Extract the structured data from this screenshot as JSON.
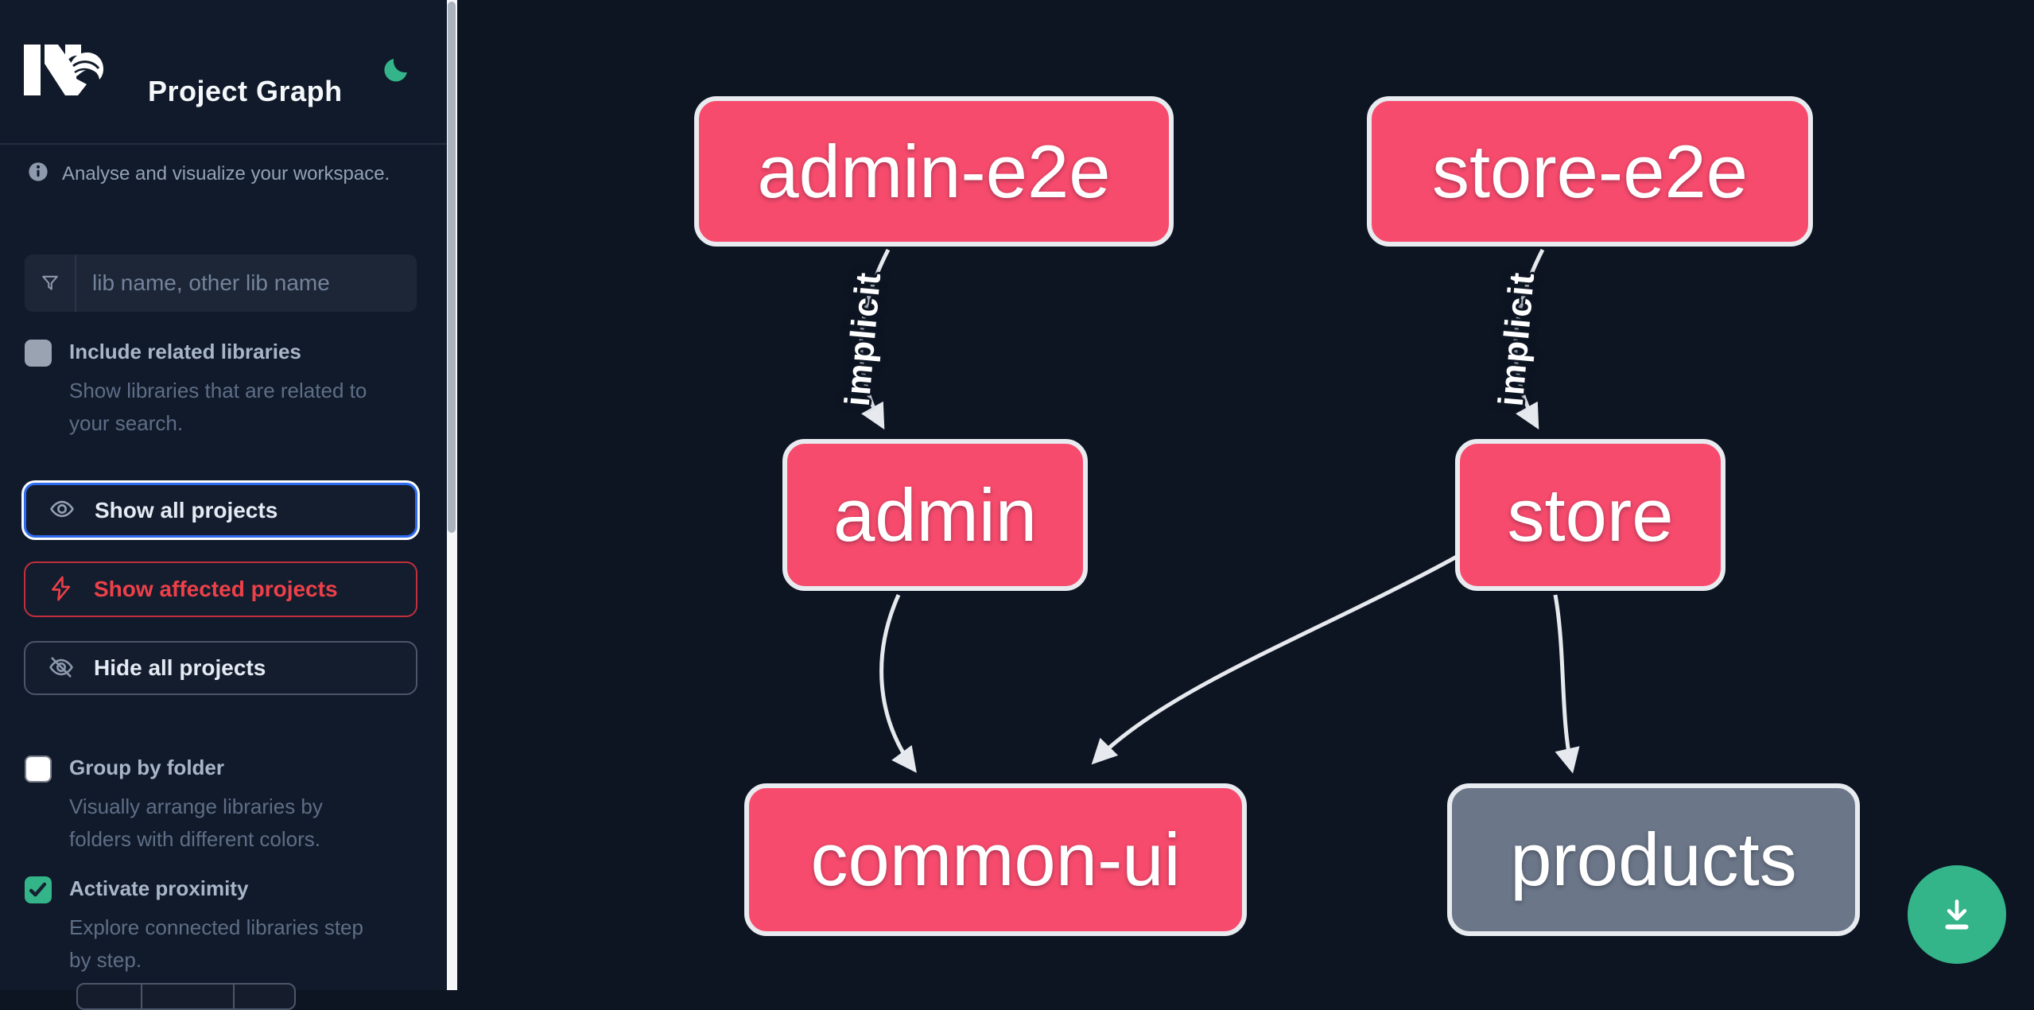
{
  "app": {
    "title": "Project Graph",
    "logo": "nx-logo",
    "theme_toggle_icon": "moon-icon"
  },
  "colors": {
    "accent_green": "#34b489",
    "node_pink": "#f74b6d",
    "node_gray": "#6b7688",
    "focus_blue": "#2e6af0",
    "danger_red": "#ee4049",
    "edge": "#e6e9ed",
    "sidebar_bg": "#111a2a",
    "canvas_bg": "#0d1523"
  },
  "sidebar": {
    "tagline": "Analyse and visualize your workspace.",
    "tagline_icon": "info-icon",
    "search": {
      "icon": "filter-funnel-icon",
      "placeholder": "lib name, other lib name",
      "value": ""
    },
    "checkboxes": [
      {
        "label": "Include related libraries",
        "description": "Show libraries that are related to\nyour search.",
        "checked": false
      },
      {
        "label": "Group by folder",
        "description": "Visually arrange libraries by\nfolders with different colors.",
        "checked": false
      },
      {
        "label": "Activate proximity",
        "description": "Explore connected libraries step\nby step.",
        "checked": true
      }
    ],
    "actions": [
      {
        "label": "Show all projects",
        "icon": "eye-icon",
        "state": "focused"
      },
      {
        "label": "Show affected projects",
        "icon": "lightning-icon",
        "state": "default"
      },
      {
        "label": "Hide all projects",
        "icon": "eye-off-icon",
        "state": "default"
      }
    ]
  },
  "graph": {
    "nodes": [
      {
        "id": "admin-e2e",
        "label": "admin-e2e",
        "color": "#f74b6d"
      },
      {
        "id": "store-e2e",
        "label": "store-e2e",
        "color": "#f74b6d"
      },
      {
        "id": "admin",
        "label": "admin",
        "color": "#f74b6d"
      },
      {
        "id": "store",
        "label": "store",
        "color": "#f74b6d"
      },
      {
        "id": "common-ui",
        "label": "common-ui",
        "color": "#f74b6d"
      },
      {
        "id": "products",
        "label": "products",
        "color": "#6b7688"
      }
    ],
    "edges": [
      {
        "from": "admin-e2e",
        "to": "admin",
        "label": "implicit"
      },
      {
        "from": "store-e2e",
        "to": "store",
        "label": "implicit"
      },
      {
        "from": "admin",
        "to": "common-ui",
        "label": ""
      },
      {
        "from": "store",
        "to": "common-ui",
        "label": ""
      },
      {
        "from": "store",
        "to": "products",
        "label": ""
      }
    ]
  },
  "fab": {
    "icon": "download-icon"
  }
}
